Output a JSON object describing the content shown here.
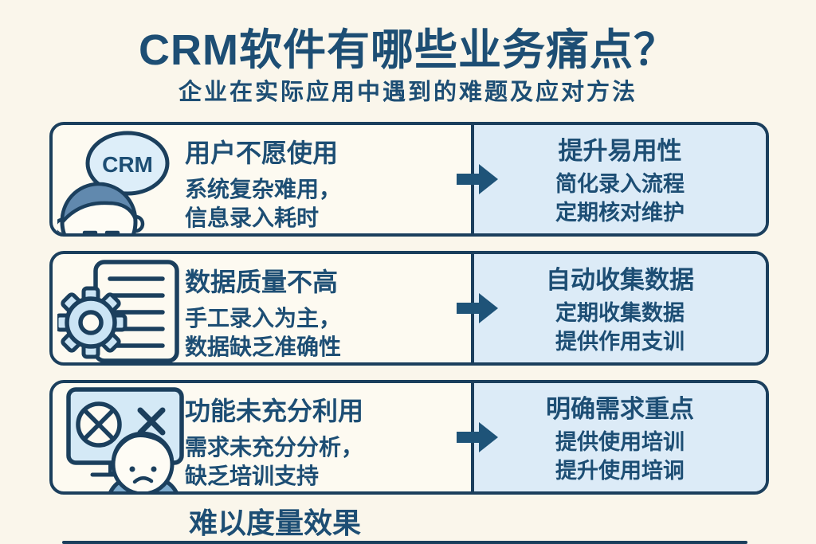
{
  "header": {
    "title": "CRM软件有哪些业务痛点？",
    "subtitle": "企业在实际应用中遇到的难题及应对方法"
  },
  "rows": [
    {
      "icon": "crm-complaint-user-icon",
      "icon_label": "CRM",
      "problem": {
        "title": "用户不愿使用",
        "lines": [
          "系统复杂难用，",
          "信息录入耗时"
        ]
      },
      "solution": {
        "title": "提升易用性",
        "lines": [
          "简化录入流程",
          "定期核对维护"
        ]
      }
    },
    {
      "icon": "gear-document-icon",
      "problem": {
        "title": "数据质量不高",
        "lines": [
          "手工录入为主，",
          "数据缺乏准确性"
        ]
      },
      "solution": {
        "title": "自动收集数据",
        "lines": [
          "定期收集数据",
          "提供作用支训"
        ]
      }
    },
    {
      "icon": "monitor-error-user-icon",
      "problem": {
        "title": "功能未充分利用",
        "lines": [
          "需求未充分分析，",
          "缺乏培训支持"
        ]
      },
      "solution": {
        "title": "明确需求重点",
        "lines": [
          "提供使用培训",
          "提升使用培诇"
        ]
      }
    }
  ],
  "footer": {
    "note": "难以度量效果"
  },
  "colors": {
    "background": "#FAF6EB",
    "box_background": "#FDFAF1",
    "panel_blue": "#DCEBF7",
    "border_navy": "#1B3F5D",
    "text_navy": "#1D4E74",
    "arrow_navy": "#1E5378",
    "icon_light_blue": "#CBE4F4",
    "bubble_blue": "#DDEEF9",
    "hair_blue": "#6189AE",
    "hair_dark_blue": "#49759D",
    "shirt_blue": "#7FACCE",
    "face_cream": "#FEFCF5"
  }
}
